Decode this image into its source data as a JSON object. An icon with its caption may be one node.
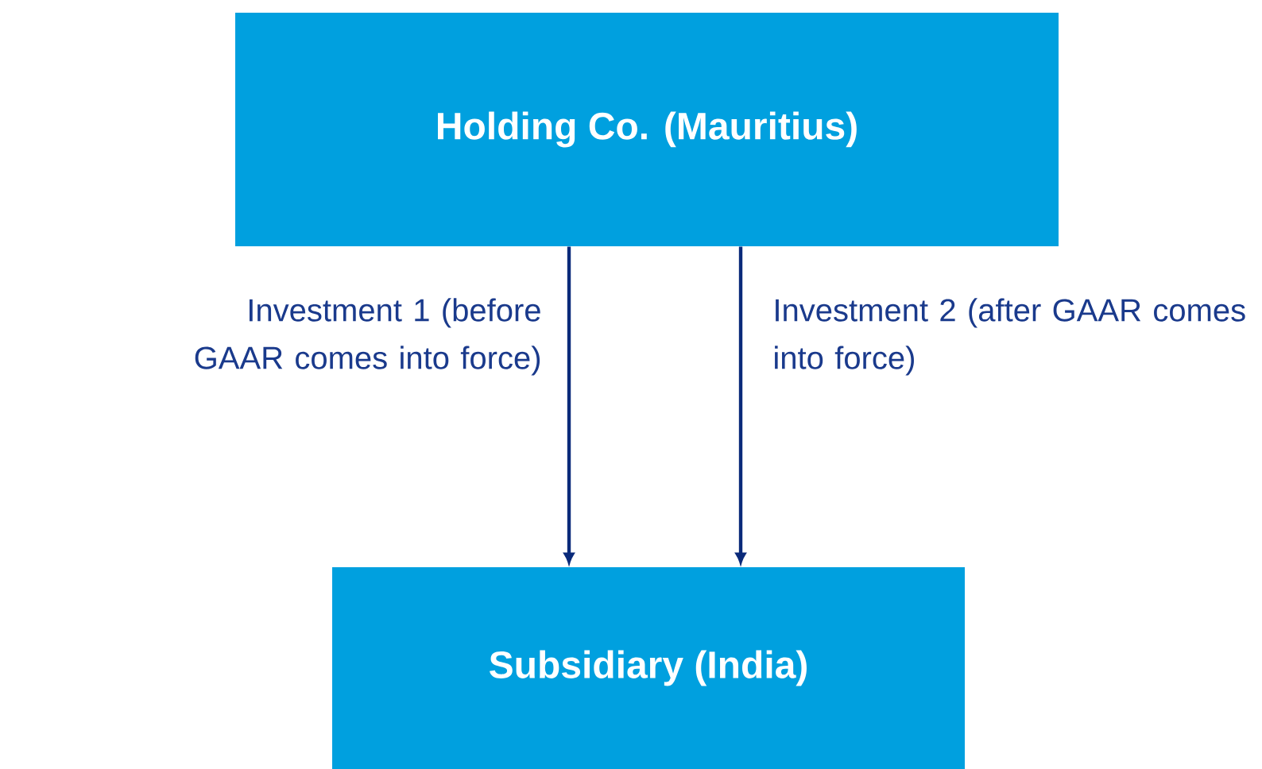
{
  "diagram": {
    "nodes": [
      {
        "text": [
          "Holding Co. (Mauritius)"
        ]
      },
      {
        "text": [
          "Subsidiary (India)"
        ]
      }
    ],
    "edges": [
      {
        "from": 0,
        "to": 1,
        "arrow": "to",
        "label": "Investment 1 (before GAAR comes into force)"
      },
      {
        "from": 0,
        "to": 1,
        "arrow": "to",
        "label": "Investment 2 (after GAAR comes into force)"
      }
    ]
  }
}
